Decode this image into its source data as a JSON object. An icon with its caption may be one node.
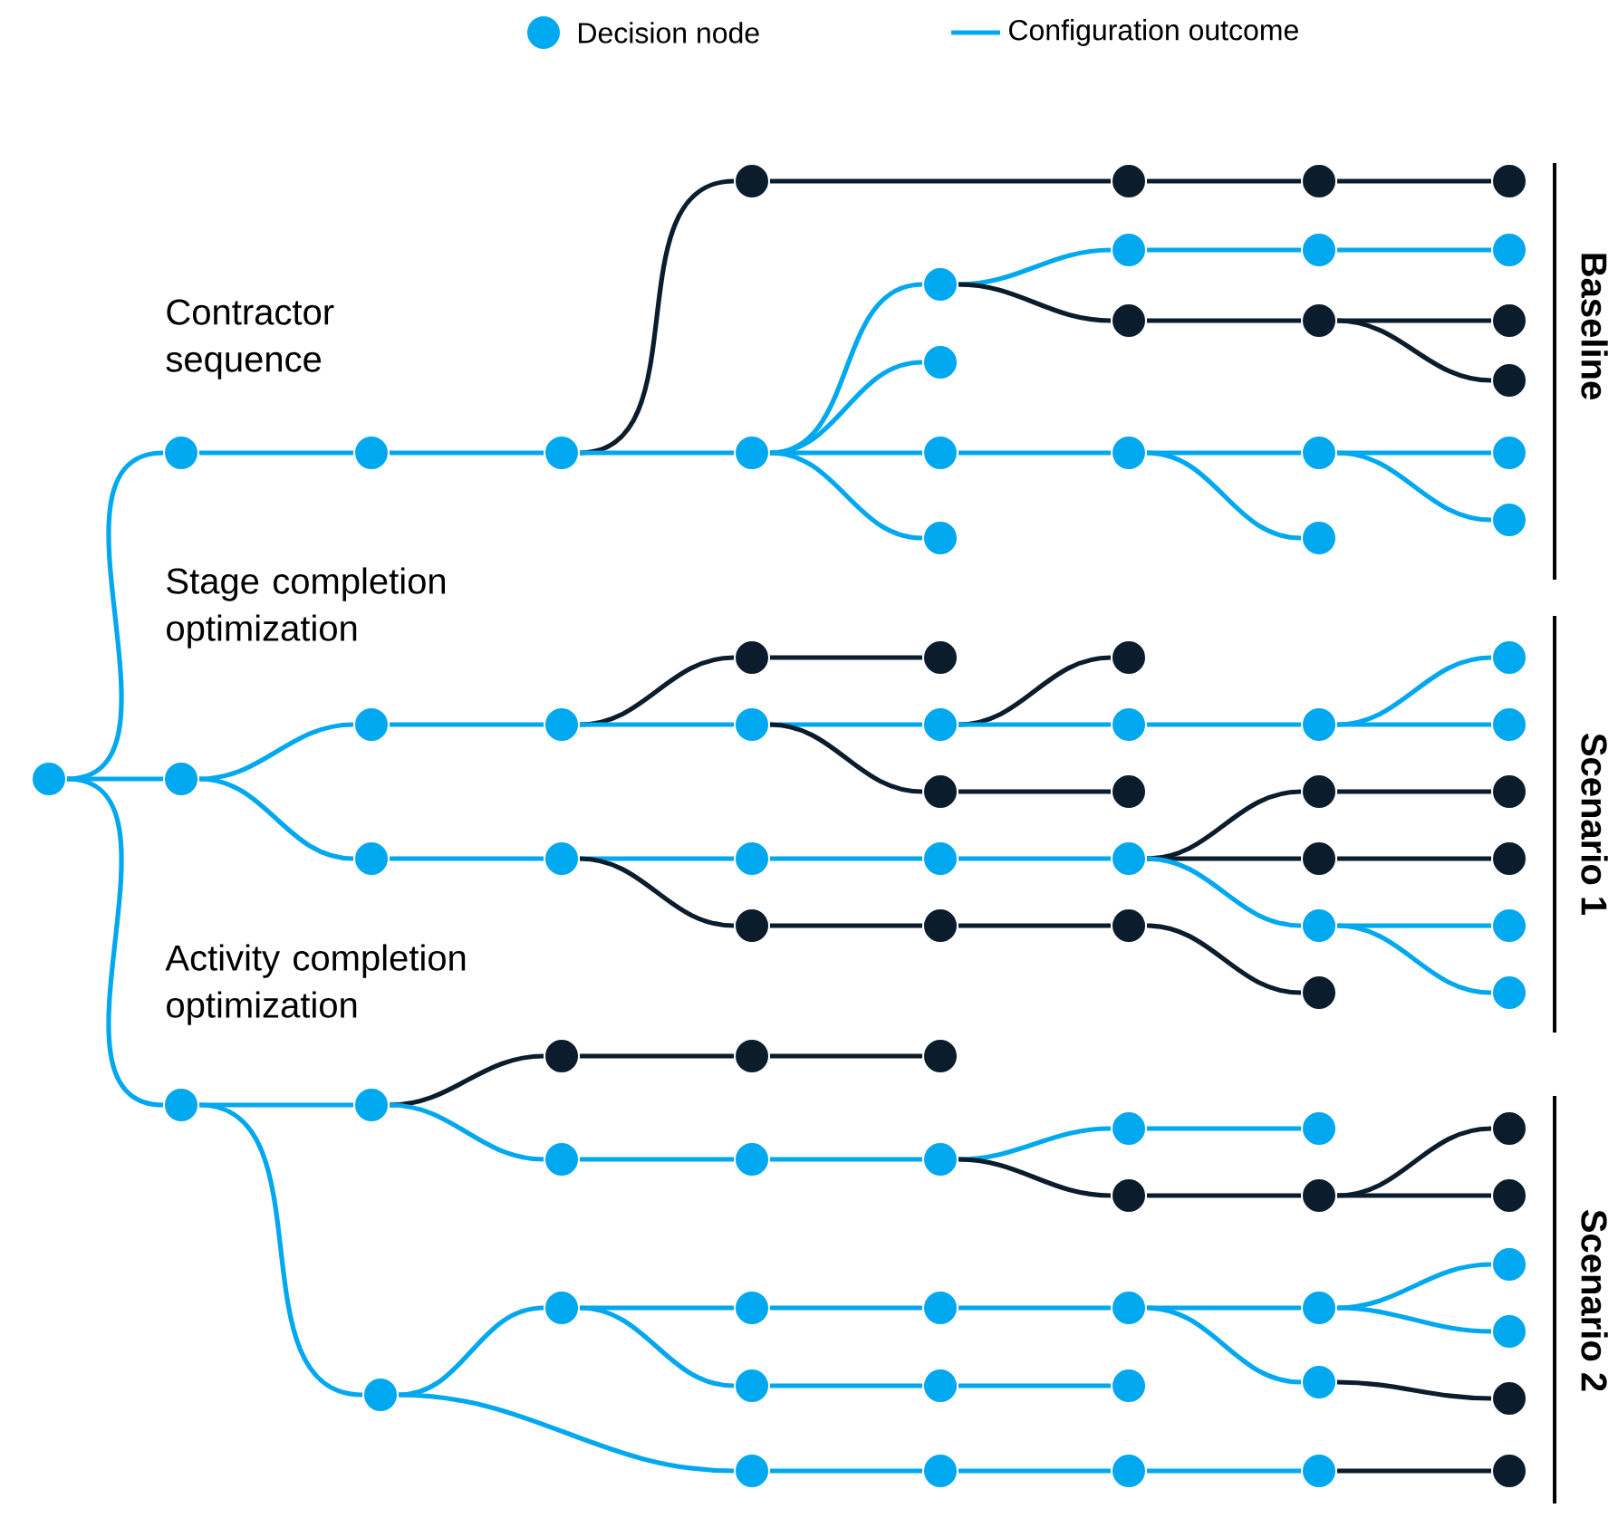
{
  "diagram": {
    "nodes": [
      {
        "text": [],
        "shape": "circle"
      },
      {
        "text": [],
        "shape": "circle"
      },
      {
        "text": [],
        "shape": "circle"
      },
      {
        "text": [],
        "shape": "circle"
      },
      {
        "text": [],
        "shape": "circle"
      },
      {
        "text": [],
        "shape": "circle"
      },
      {
        "text": [],
        "shape": "circle"
      },
      {
        "text": [],
        "shape": "circle"
      },
      {
        "text": [],
        "shape": "circle"
      },
      {
        "text": [],
        "shape": "circle"
      },
      {
        "text": [],
        "shape": "circle"
      },
      {
        "text": [],
        "shape": "circle"
      },
      {
        "text": [],
        "shape": "circle"
      },
      {
        "text": [],
        "shape": "circle"
      },
      {
        "text": [],
        "shape": "circle"
      },
      {
        "text": [],
        "shape": "circle"
      },
      {
        "text": [],
        "shape": "circle"
      },
      {
        "text": [],
        "shape": "circle"
      },
      {
        "text": [],
        "shape": "circle"
      },
      {
        "text": [],
        "shape": "circle"
      },
      {
        "text": [],
        "shape": "circle"
      },
      {
        "text": [],
        "shape": "circle"
      },
      {
        "text": [],
        "shape": "circle"
      },
      {
        "text": [],
        "shape": "circle"
      },
      {
        "text": [],
        "shape": "circle"
      },
      {
        "text": [],
        "shape": "circle"
      },
      {
        "text": [],
        "shape": "circle"
      },
      {
        "text": [],
        "shape": "circle"
      },
      {
        "text": [],
        "shape": "circle"
      },
      {
        "text": [],
        "shape": "circle"
      },
      {
        "text": [],
        "shape": "circle"
      },
      {
        "text": [],
        "shape": "circle"
      },
      {
        "text": [],
        "shape": "circle"
      },
      {
        "text": [],
        "shape": "circle"
      },
      {
        "text": [],
        "shape": "circle"
      },
      {
        "text": [],
        "shape": "circle"
      },
      {
        "text": [],
        "shape": "circle"
      },
      {
        "text": [],
        "shape": "circle"
      },
      {
        "text": [],
        "shape": "circle"
      },
      {
        "text": [],
        "shape": "circle"
      },
      {
        "text": [],
        "shape": "circle"
      },
      {
        "text": [],
        "shape": "circle"
      },
      {
        "text": [],
        "shape": "circle"
      },
      {
        "text": [],
        "shape": "circle"
      },
      {
        "text": [],
        "shape": "circle"
      },
      {
        "text": [],
        "shape": "circle"
      },
      {
        "text": [],
        "shape": "circle"
      },
      {
        "text": [],
        "shape": "circle"
      },
      {
        "text": [],
        "shape": "circle"
      },
      {
        "text": [],
        "shape": "circle"
      },
      {
        "text": [],
        "shape": "circle"
      },
      {
        "text": [],
        "shape": "circle"
      },
      {
        "text": [],
        "shape": "circle"
      },
      {
        "text": [],
        "shape": "circle"
      },
      {
        "text": [],
        "shape": "circle"
      },
      {
        "text": [],
        "shape": "circle"
      },
      {
        "text": [],
        "shape": "circle"
      },
      {
        "text": [],
        "shape": "circle"
      },
      {
        "text": [],
        "shape": "circle"
      },
      {
        "text": [],
        "shape": "circle"
      },
      {
        "text": [],
        "shape": "circle"
      },
      {
        "text": [],
        "shape": "circle"
      },
      {
        "text": [],
        "shape": "circle"
      },
      {
        "text": [],
        "shape": "circle"
      },
      {
        "text": [],
        "shape": "circle"
      },
      {
        "text": [],
        "shape": "circle"
      },
      {
        "text": [],
        "shape": "circle"
      },
      {
        "text": [],
        "shape": "circle"
      },
      {
        "text": [],
        "shape": "circle"
      },
      {
        "text": [],
        "shape": "circle"
      },
      {
        "text": [],
        "shape": "circle"
      },
      {
        "text": [],
        "shape": "circle"
      },
      {
        "text": [],
        "shape": "circle"
      },
      {
        "text": [],
        "shape": "circle"
      },
      {
        "text": [],
        "shape": "circle"
      },
      {
        "text": [],
        "shape": "circle"
      },
      {
        "text": [],
        "shape": "circle"
      },
      {
        "text": [],
        "shape": "circle"
      },
      {
        "text": [],
        "shape": "circle"
      },
      {
        "text": [],
        "shape": "circle"
      },
      {
        "text": [],
        "shape": "circle"
      },
      {
        "text": [],
        "shape": "circle"
      },
      {
        "text": [],
        "shape": "circle"
      },
      {
        "text": [],
        "shape": "circle"
      },
      {
        "text": [],
        "shape": "circle"
      },
      {
        "text": [],
        "shape": "circle"
      },
      {
        "text": [],
        "shape": "circle"
      }
    ],
    "edges": [
      {
        "from": 0,
        "to": 1,
        "arrow": "none"
      },
      {
        "from": 1,
        "to": 2,
        "arrow": "none"
      },
      {
        "from": 2,
        "to": 3,
        "arrow": "none"
      },
      {
        "from": 3,
        "to": 4,
        "arrow": "none",
        "color": "#0b1d2d"
      },
      {
        "from": 3,
        "to": 5,
        "arrow": "none"
      },
      {
        "from": 4,
        "to": 10,
        "arrow": "none",
        "color": "#0b1d2d"
      },
      {
        "from": 10,
        "to": 14,
        "arrow": "none",
        "color": "#0b1d2d"
      },
      {
        "from": 14,
        "to": 19,
        "arrow": "none",
        "color": "#0b1d2d"
      },
      {
        "from": 5,
        "to": 6,
        "arrow": "none"
      },
      {
        "from": 5,
        "to": 7,
        "arrow": "none"
      },
      {
        "from": 5,
        "to": 8,
        "arrow": "none"
      },
      {
        "from": 5,
        "to": 9,
        "arrow": "none"
      },
      {
        "from": 6,
        "to": 11,
        "arrow": "none"
      },
      {
        "from": 6,
        "to": 12,
        "arrow": "none",
        "color": "#0b1d2d"
      },
      {
        "from": 11,
        "to": 15,
        "arrow": "none"
      },
      {
        "from": 15,
        "to": 20,
        "arrow": "none"
      },
      {
        "from": 12,
        "to": 16,
        "arrow": "none",
        "color": "#0b1d2d"
      },
      {
        "from": 16,
        "to": 21,
        "arrow": "none",
        "color": "#0b1d2d"
      },
      {
        "from": 16,
        "to": 22,
        "arrow": "none",
        "color": "#0b1d2d"
      },
      {
        "from": 8,
        "to": 13,
        "arrow": "none"
      },
      {
        "from": 13,
        "to": 17,
        "arrow": "none"
      },
      {
        "from": 13,
        "to": 18,
        "arrow": "none"
      },
      {
        "from": 17,
        "to": 23,
        "arrow": "none"
      },
      {
        "from": 17,
        "to": 24,
        "arrow": "none"
      },
      {
        "from": 0,
        "to": 25,
        "arrow": "none"
      },
      {
        "from": 25,
        "to": 26,
        "arrow": "none"
      },
      {
        "from": 25,
        "to": 27,
        "arrow": "none"
      },
      {
        "from": 26,
        "to": 28,
        "arrow": "none"
      },
      {
        "from": 27,
        "to": 29,
        "arrow": "none"
      },
      {
        "from": 28,
        "to": 30,
        "arrow": "none",
        "color": "#0b1d2d"
      },
      {
        "from": 28,
        "to": 31,
        "arrow": "none"
      },
      {
        "from": 29,
        "to": 32,
        "arrow": "none"
      },
      {
        "from": 29,
        "to": 33,
        "arrow": "none",
        "color": "#0b1d2d"
      },
      {
        "from": 30,
        "to": 34,
        "arrow": "none",
        "color": "#0b1d2d"
      },
      {
        "from": 31,
        "to": 35,
        "arrow": "none"
      },
      {
        "from": 31,
        "to": 36,
        "arrow": "none",
        "color": "#0b1d2d"
      },
      {
        "from": 32,
        "to": 37,
        "arrow": "none"
      },
      {
        "from": 33,
        "to": 38,
        "arrow": "none",
        "color": "#0b1d2d"
      },
      {
        "from": 35,
        "to": 39,
        "arrow": "none",
        "color": "#0b1d2d"
      },
      {
        "from": 35,
        "to": 40,
        "arrow": "none"
      },
      {
        "from": 36,
        "to": 41,
        "arrow": "none",
        "color": "#0b1d2d"
      },
      {
        "from": 37,
        "to": 42,
        "arrow": "none"
      },
      {
        "from": 38,
        "to": 43,
        "arrow": "none",
        "color": "#0b1d2d"
      },
      {
        "from": 40,
        "to": 44,
        "arrow": "none"
      },
      {
        "from": 42,
        "to": 45,
        "arrow": "none",
        "color": "#0b1d2d"
      },
      {
        "from": 42,
        "to": 46,
        "arrow": "none",
        "color": "#0b1d2d"
      },
      {
        "from": 42,
        "to": 47,
        "arrow": "none"
      },
      {
        "from": 43,
        "to": 48,
        "arrow": "none",
        "color": "#0b1d2d"
      },
      {
        "from": 44,
        "to": 49,
        "arrow": "none"
      },
      {
        "from": 44,
        "to": 50,
        "arrow": "none"
      },
      {
        "from": 45,
        "to": 51,
        "arrow": "none",
        "color": "#0b1d2d"
      },
      {
        "from": 46,
        "to": 52,
        "arrow": "none",
        "color": "#0b1d2d"
      },
      {
        "from": 47,
        "to": 53,
        "arrow": "none"
      },
      {
        "from": 47,
        "to": 54,
        "arrow": "none"
      },
      {
        "from": 0,
        "to": 55,
        "arrow": "none"
      },
      {
        "from": 55,
        "to": 56,
        "arrow": "none"
      },
      {
        "from": 55,
        "to": 59,
        "arrow": "none"
      },
      {
        "from": 56,
        "to": 57,
        "arrow": "none",
        "color": "#0b1d2d"
      },
      {
        "from": 56,
        "to": 58,
        "arrow": "none"
      },
      {
        "from": 57,
        "to": 60,
        "arrow": "none",
        "color": "#0b1d2d"
      },
      {
        "from": 60,
        "to": 66,
        "arrow": "none",
        "color": "#0b1d2d"
      },
      {
        "from": 58,
        "to": 61,
        "arrow": "none"
      },
      {
        "from": 61,
        "to": 67,
        "arrow": "none"
      },
      {
        "from": 67,
        "to": 71,
        "arrow": "none"
      },
      {
        "from": 67,
        "to": 72,
        "arrow": "none",
        "color": "#0b1d2d"
      },
      {
        "from": 71,
        "to": 76,
        "arrow": "none"
      },
      {
        "from": 72,
        "to": 77,
        "arrow": "none",
        "color": "#0b1d2d"
      },
      {
        "from": 77,
        "to": 81,
        "arrow": "none",
        "color": "#0b1d2d"
      },
      {
        "from": 77,
        "to": 82,
        "arrow": "none",
        "color": "#0b1d2d"
      },
      {
        "from": 59,
        "to": 62,
        "arrow": "none"
      },
      {
        "from": 59,
        "to": 65,
        "arrow": "none"
      },
      {
        "from": 62,
        "to": 63,
        "arrow": "none"
      },
      {
        "from": 62,
        "to": 64,
        "arrow": "none"
      },
      {
        "from": 63,
        "to": 68,
        "arrow": "none"
      },
      {
        "from": 68,
        "to": 73,
        "arrow": "none"
      },
      {
        "from": 73,
        "to": 78,
        "arrow": "none"
      },
      {
        "from": 73,
        "to": 79,
        "arrow": "none"
      },
      {
        "from": 78,
        "to": 83,
        "arrow": "none"
      },
      {
        "from": 78,
        "to": 84,
        "arrow": "none"
      },
      {
        "from": 79,
        "to": 85,
        "arrow": "none",
        "color": "#0b1d2d"
      },
      {
        "from": 64,
        "to": 69,
        "arrow": "none"
      },
      {
        "from": 69,
        "to": 74,
        "arrow": "none"
      },
      {
        "from": 65,
        "to": 70,
        "arrow": "none"
      },
      {
        "from": 70,
        "to": 75,
        "arrow": "none"
      },
      {
        "from": 75,
        "to": 80,
        "arrow": "none"
      },
      {
        "from": 80,
        "to": 86,
        "arrow": "none",
        "color": "#0b1d2d"
      }
    ],
    "labels": [
      "Contractor sequence",
      "Baseline",
      "Stage completion optimization",
      "Scenario 1",
      "Activity completion optimization",
      "Scenario 2"
    ],
    "legend": [
      {
        "text": "Decision node",
        "color": "#00a8ef"
      },
      {
        "text": "Configuration outcome"
      }
    ]
  }
}
